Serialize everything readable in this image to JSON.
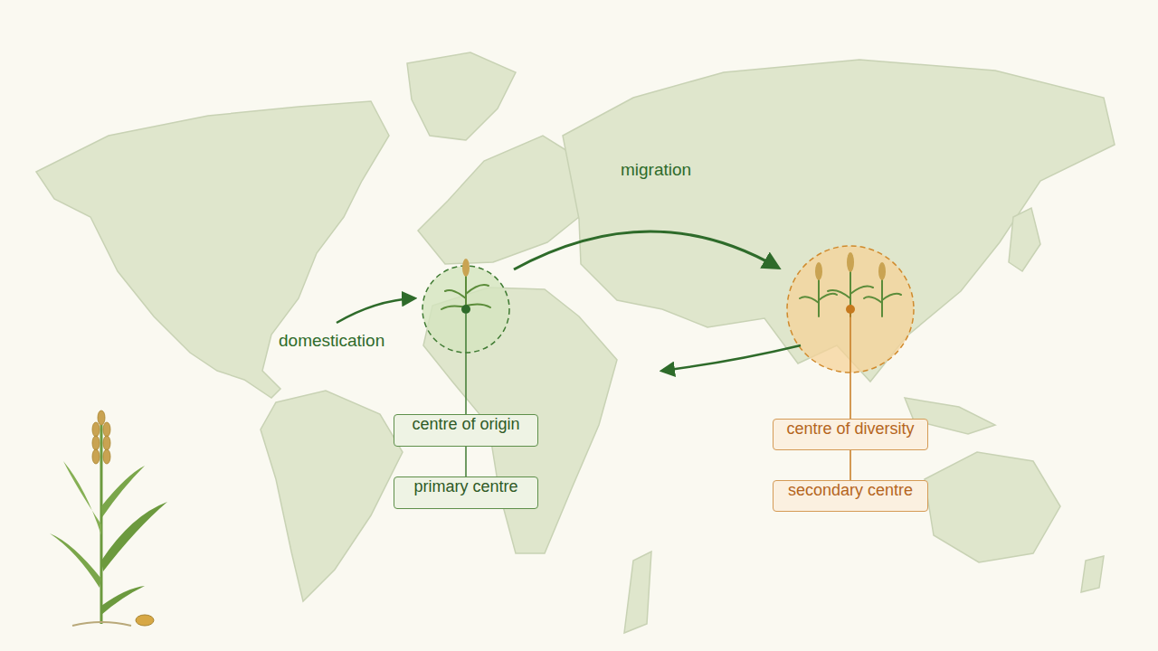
{
  "diagram": {
    "nodes": [
      {
        "text": [
          "centre of origin"
        ]
      },
      {
        "text": [
          "primary centre"
        ]
      },
      {
        "text": [
          "centre of diversity"
        ]
      },
      {
        "text": [
          "secondary centre"
        ]
      }
    ],
    "edges": [
      {
        "from": 0,
        "to": 1,
        "arrow": "none"
      },
      {
        "from": 2,
        "to": 3,
        "arrow": "none"
      }
    ],
    "labels": [
      "domestication",
      "migration"
    ]
  }
}
